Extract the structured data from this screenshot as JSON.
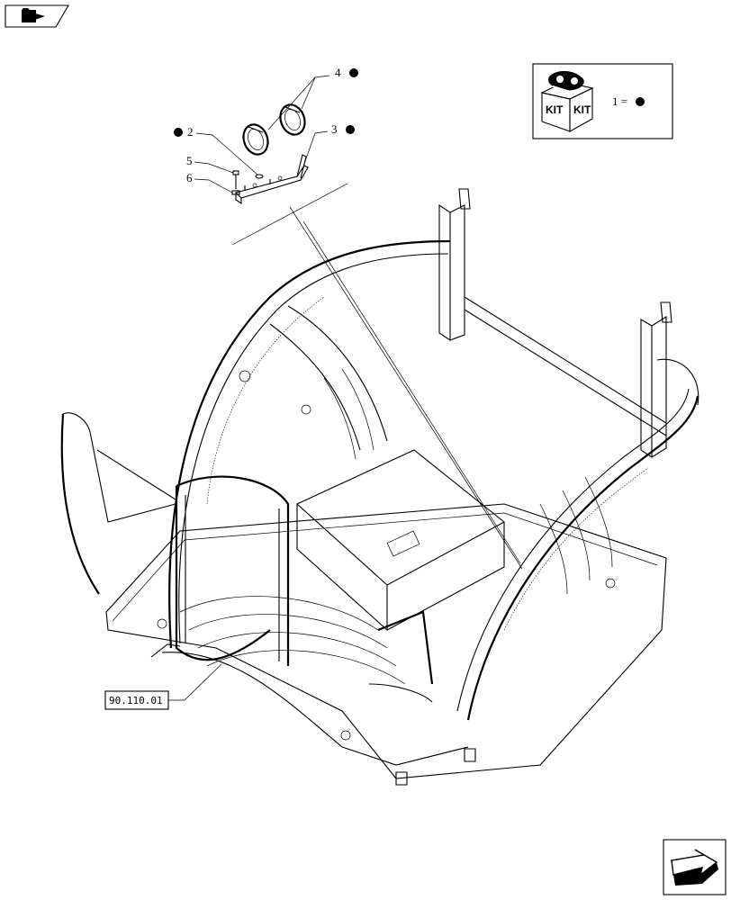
{
  "nav": {
    "prev_icon": "folder-back-arrow-icon",
    "next_icon": "next-page-arrow-icon"
  },
  "kit_legend": {
    "box_label_left": "KIT",
    "box_label_right": "KIT",
    "equation": "1 ="
  },
  "callouts": {
    "c2": "2",
    "c3": "3",
    "c4": "4",
    "c5": "5",
    "c6": "6"
  },
  "reference": {
    "label": "90.110.01"
  },
  "colors": {
    "ink": "#000000",
    "paper": "#ffffff"
  }
}
